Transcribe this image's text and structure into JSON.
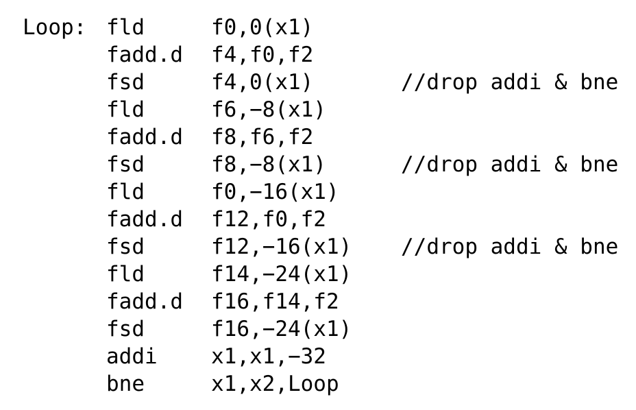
{
  "page": {
    "background": "#ffffff",
    "text_color": "#000000"
  },
  "code_listing": {
    "language": "RISC-V assembly",
    "loop_label": "Loop:",
    "lines": [
      {
        "label": "Loop:",
        "mnemonic": "fld",
        "operands": "f0,0(x1)",
        "comment": ""
      },
      {
        "label": "",
        "mnemonic": "fadd.d",
        "operands": "f4,f0,f2",
        "comment": ""
      },
      {
        "label": "",
        "mnemonic": "fsd",
        "operands": "f4,0(x1)",
        "comment": "//drop addi & bne"
      },
      {
        "label": "",
        "mnemonic": "fld",
        "operands": "f6,−8(x1)",
        "comment": ""
      },
      {
        "label": "",
        "mnemonic": "fadd.d",
        "operands": "f8,f6,f2",
        "comment": ""
      },
      {
        "label": "",
        "mnemonic": "fsd",
        "operands": "f8,−8(x1)",
        "comment": "//drop addi & bne"
      },
      {
        "label": "",
        "mnemonic": "fld",
        "operands": "f0,−16(x1)",
        "comment": ""
      },
      {
        "label": "",
        "mnemonic": "fadd.d",
        "operands": "f12,f0,f2",
        "comment": ""
      },
      {
        "label": "",
        "mnemonic": "fsd",
        "operands": "f12,−16(x1)",
        "comment": "//drop addi & bne"
      },
      {
        "label": "",
        "mnemonic": "fld",
        "operands": "f14,−24(x1)",
        "comment": ""
      },
      {
        "label": "",
        "mnemonic": "fadd.d",
        "operands": "f16,f14,f2",
        "comment": ""
      },
      {
        "label": "",
        "mnemonic": "fsd",
        "operands": "f16,−24(x1)",
        "comment": ""
      },
      {
        "label": "",
        "mnemonic": "addi",
        "operands": "x1,x1,−32",
        "comment": ""
      },
      {
        "label": "",
        "mnemonic": "bne",
        "operands": "x1,x2,Loop",
        "comment": ""
      }
    ]
  }
}
